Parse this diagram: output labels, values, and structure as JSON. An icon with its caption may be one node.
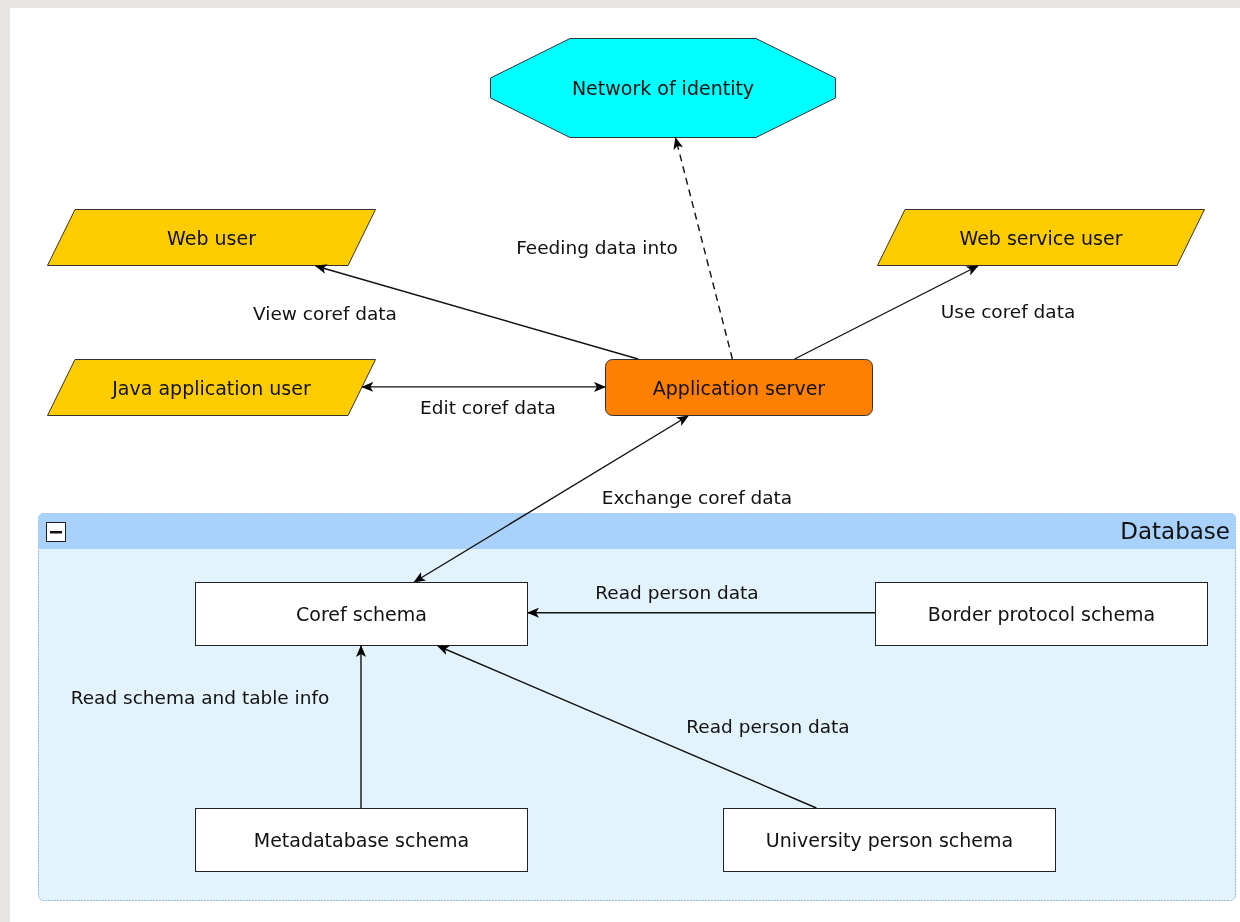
{
  "diagram": {
    "nodes": [
      {
        "text": [
          "Network of identity"
        ]
      },
      {
        "text": [
          "Web user"
        ]
      },
      {
        "text": [
          "Web service user"
        ]
      },
      {
        "text": [
          "Java application user"
        ]
      },
      {
        "text": [
          "Application server"
        ]
      },
      {
        "text": [
          "Database"
        ]
      },
      {
        "text": [
          "Coref schema"
        ],
        "in": 5
      },
      {
        "text": [
          "Border protocol schema"
        ],
        "in": 5
      },
      {
        "text": [
          "Metadatabase schema"
        ],
        "in": 5
      },
      {
        "text": [
          "University person schema"
        ],
        "in": 5
      }
    ],
    "edges": [
      {
        "from": 4,
        "to": 1,
        "arrow": "to",
        "label": "View coref data"
      },
      {
        "from": 4,
        "to": 0,
        "arrow": "to",
        "label": "Feeding data into",
        "style": "dashed"
      },
      {
        "from": 4,
        "to": 2,
        "arrow": "to",
        "label": "Use coref data"
      },
      {
        "from": 4,
        "to": 3,
        "arrow": "both",
        "label": "Edit coref data"
      },
      {
        "from": 6,
        "to": 4,
        "arrow": "both",
        "label": "Exchange coref data"
      },
      {
        "from": 7,
        "to": 6,
        "arrow": "to",
        "label": "Read person data"
      },
      {
        "from": 9,
        "to": 6,
        "arrow": "to",
        "label": "Read person data"
      },
      {
        "from": 8,
        "to": 6,
        "arrow": "to",
        "label": "Read schema and table info"
      }
    ]
  }
}
